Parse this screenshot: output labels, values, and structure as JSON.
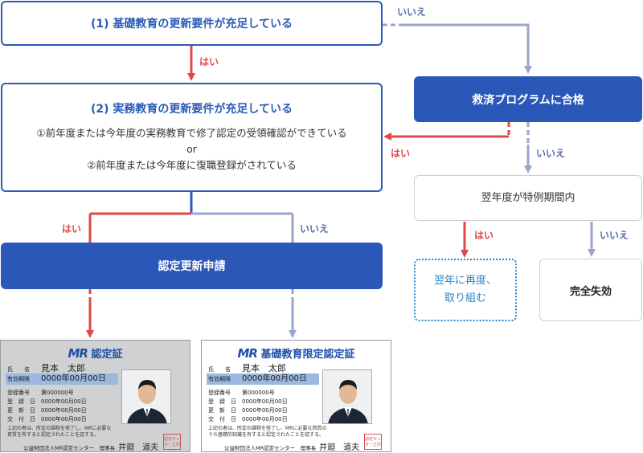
{
  "flow": {
    "step1": {
      "title": "(1) 基礎教育の更新要件が充足している"
    },
    "step2": {
      "title": "(2) 実務教育の更新要件が充足している",
      "line1": "①前年度または今年度の実務教育で修了認定の受領確認ができている",
      "or": "or",
      "line2": "②前年度または今年度に復職登録がされている"
    },
    "apply": {
      "label": "認定更新申請"
    },
    "relief": {
      "label": "救済プログラムに合格"
    },
    "special": {
      "label": "翌年度が特例期間内"
    },
    "retry": {
      "line1": "翌年に再度、",
      "line2": "取り組む"
    },
    "expire": {
      "label": "完全失効"
    },
    "labels": {
      "yes": "はい",
      "no": "いいえ"
    }
  },
  "cards": {
    "full": {
      "mark": "MR",
      "title": "認定証",
      "name_key": "氏　　名",
      "name_value": "見本　太郎",
      "valid_key": "有効期限",
      "valid_value": "0000年00月00日",
      "reg_no_key": "登録番号",
      "reg_no_value": "第000000号",
      "reg_date_key": "登　録　日",
      "reg_date_value": "0000年00月00日",
      "renew_key": "更　新　日",
      "renew_value": "0000年00月00日",
      "issue_key": "交　付　日",
      "issue_value": "0000年00月00日",
      "note1": "上記の者は、所定の課程を修了し、MRに必要な",
      "note2": "資質を有すると認定されたことを証する。",
      "org": "公益財団法人MR認定センター　理事長",
      "signer": "井廻　道夫",
      "seal": "認定センター之印"
    },
    "limited": {
      "mark": "MR",
      "title": "基礎教育限定認定証",
      "name_key": "氏　　名",
      "name_value": "見本　太郎",
      "valid_key": "有効期限",
      "valid_value": "0000年00月00日",
      "reg_no_key": "登録番号",
      "reg_no_value": "第000000号",
      "reg_date_key": "登　録　日",
      "reg_date_value": "0000年00月00日",
      "renew_key": "更　新　日",
      "renew_value": "0000年00月00日",
      "issue_key": "交　付　日",
      "issue_value": "0000年00月00日",
      "note1": "上記の者は、所定の課程を修了し、MRに必要な資質の",
      "note2": "うち基礎的知識を有すると認定されたことを証する。",
      "org": "公益財団法人MR認定センター　理事長",
      "signer": "井廻　道夫",
      "seal": "認定センター之印"
    }
  },
  "colors": {
    "primary": "#2a57b8",
    "yes_red": "#e04848",
    "no_blue": "#9aa6cc",
    "valid_highlight": "#9ab8e0"
  }
}
